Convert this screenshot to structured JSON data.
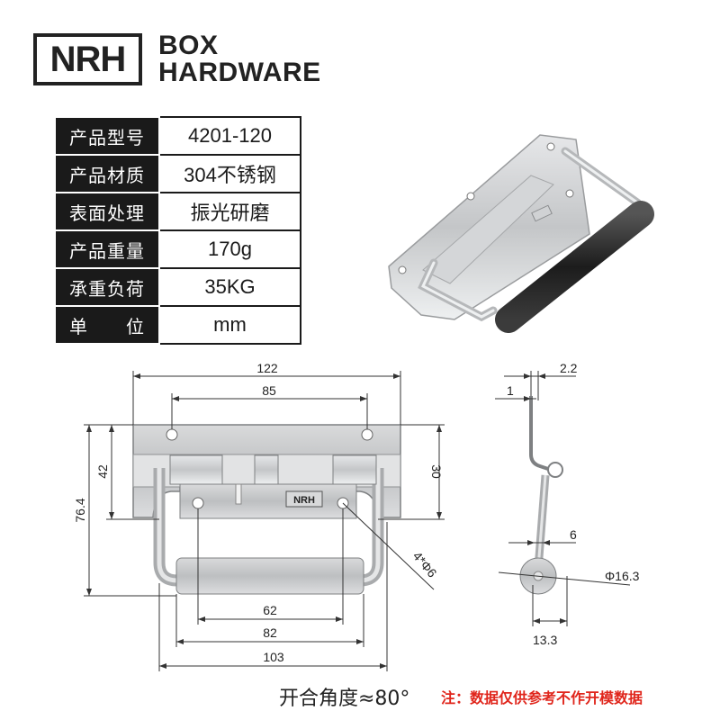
{
  "brand": {
    "logo": "NRH",
    "line1": "BOX",
    "line2": "HARDWARE"
  },
  "specs": [
    {
      "label": "产品型号",
      "value": "4201-120"
    },
    {
      "label": "产品材质",
      "value": "304不锈钢"
    },
    {
      "label": "表面处理",
      "value": "振光研磨"
    },
    {
      "label": "产品重量",
      "value": "170g"
    },
    {
      "label": "承重负荷",
      "value": "35KG"
    },
    {
      "label": "单　　位",
      "value": "mm"
    }
  ],
  "drawing": {
    "front": {
      "dim_122": "122",
      "dim_85": "85",
      "dim_42": "42",
      "dim_30": "30",
      "dim_76_4": "76.4",
      "dim_62": "62",
      "dim_82": "82",
      "dim_103": "103",
      "dim_holes": "4*Φ6",
      "plate_logo": "NRH"
    },
    "side": {
      "dim_2_2": "2.2",
      "dim_1": "1",
      "dim_6": "6",
      "dim_16_3": "Φ16.3",
      "dim_13_3": "13.3"
    }
  },
  "footer": {
    "angle": "开合角度≈80°",
    "note": "注：数据仅供参考不作开模数据"
  },
  "colors": {
    "dark": "#1a1a1a",
    "note_red": "#e0261c",
    "metal": "#c9cacc",
    "grip": "#2a2a2a"
  }
}
